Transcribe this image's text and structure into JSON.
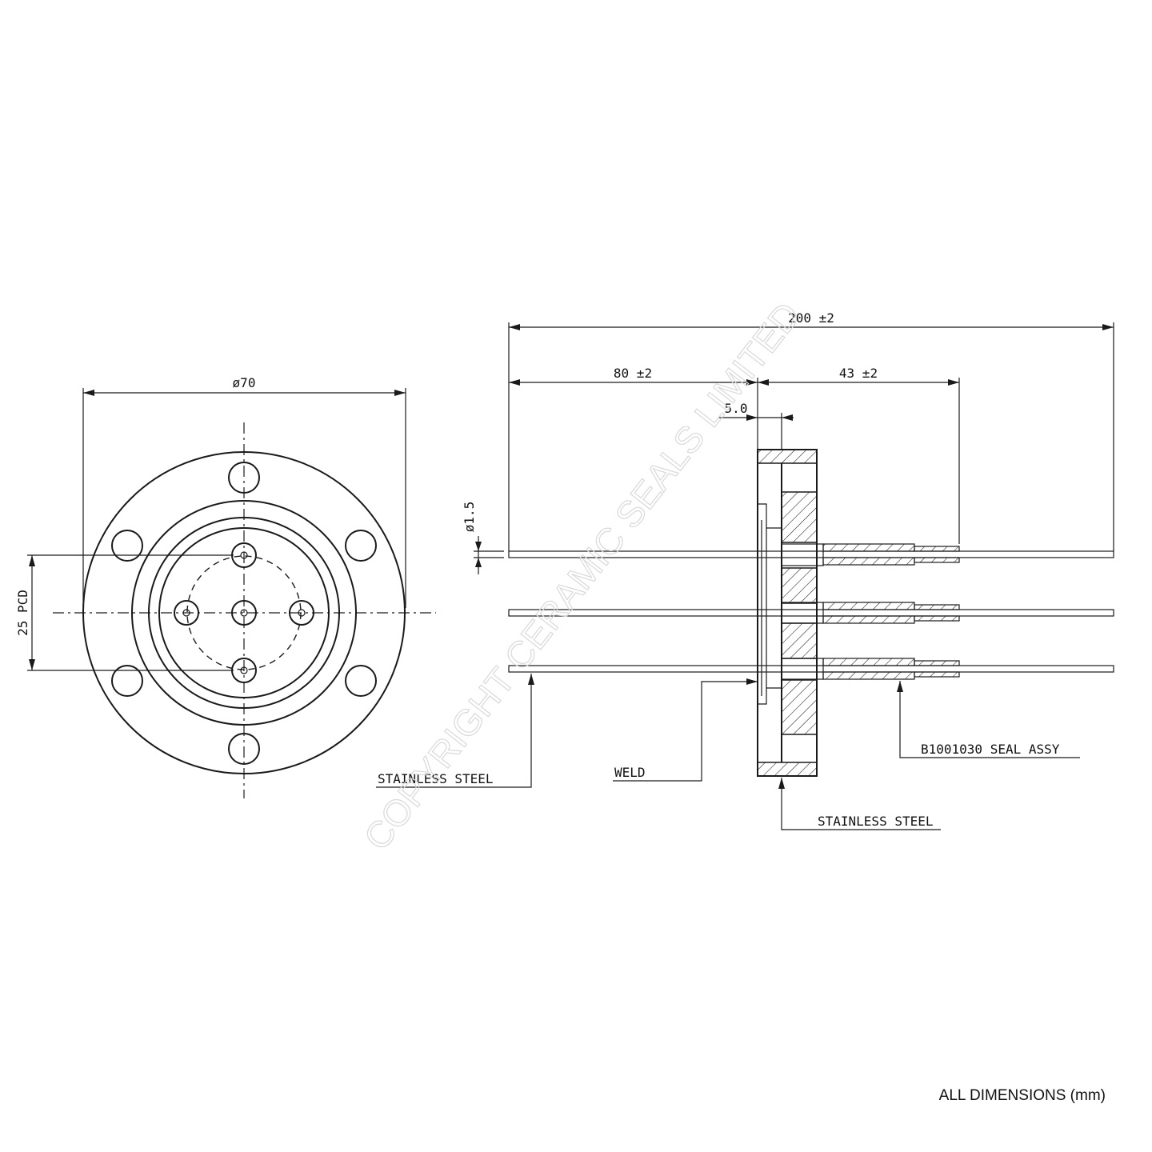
{
  "front_view": {
    "diameter_label": "ø70",
    "pcd_label": "25 PCD"
  },
  "side_view": {
    "overall_length_label": "200 ±2",
    "air_side_length_label": "80 ±2",
    "vacuum_side_length_label": "43 ±2",
    "flange_thickness_label": "5.0",
    "conductor_diameter_label": "ø1.5"
  },
  "callouts": {
    "conductor_material": "STAINLESS STEEL",
    "weld": "WELD",
    "flange_material": "STAINLESS STEEL",
    "seal_assembly": "B1001030 SEAL ASSY"
  },
  "watermark": "COPYRIGHT CERAMIC SEALS LIMITED",
  "footer_note": "ALL DIMENSIONS (mm)"
}
